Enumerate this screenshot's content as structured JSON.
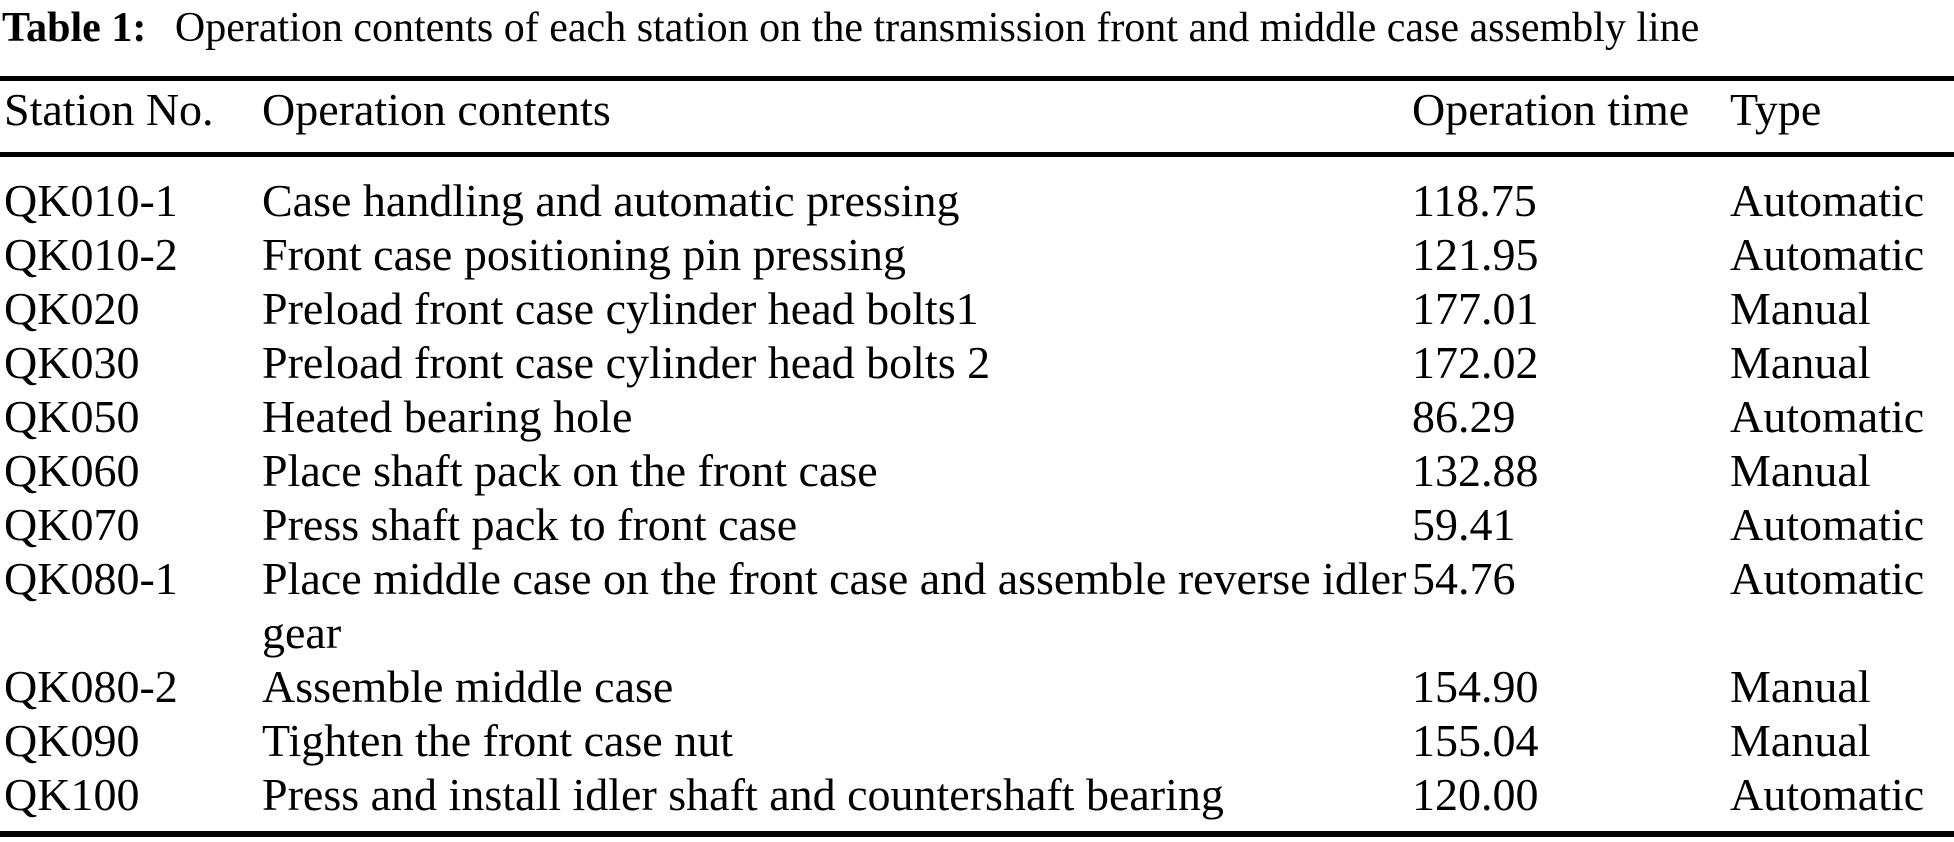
{
  "caption": {
    "label": "Table 1:",
    "text": "Operation contents of each station on the transmission front and middle case assembly line"
  },
  "table": {
    "columns": [
      "Station No.",
      "Operation contents",
      "Operation time",
      "Type"
    ],
    "rows": [
      {
        "station": "QK010-1",
        "operation": "Case handling and automatic pressing",
        "time": "118.75",
        "type": "Automatic"
      },
      {
        "station": "QK010-2",
        "operation": "Front case positioning pin pressing",
        "time": "121.95",
        "type": "Automatic"
      },
      {
        "station": "QK020",
        "operation": "Preload front case cylinder head bolts1",
        "time": "177.01",
        "type": "Manual"
      },
      {
        "station": "QK030",
        "operation": "Preload front case cylinder head bolts 2",
        "time": "172.02",
        "type": "Manual"
      },
      {
        "station": "QK050",
        "operation": "Heated bearing hole",
        "time": "86.29",
        "type": "Automatic"
      },
      {
        "station": "QK060",
        "operation": "Place shaft pack on the front case",
        "time": "132.88",
        "type": "Manual"
      },
      {
        "station": "QK070",
        "operation": "Press shaft pack to front case",
        "time": "59.41",
        "type": "Automatic"
      },
      {
        "station": "QK080-1",
        "operation": "Place middle case on the front case and assemble reverse idler gear",
        "time": "54.76",
        "type": "Automatic"
      },
      {
        "station": "QK080-2",
        "operation": "Assemble middle case",
        "time": "154.90",
        "type": "Manual"
      },
      {
        "station": "QK090",
        "operation": "Tighten the front case nut",
        "time": "155.04",
        "type": "Manual"
      },
      {
        "station": "QK100",
        "operation": "Press and install idler shaft and countershaft bearing",
        "time": "120.00",
        "type": "Automatic"
      }
    ]
  },
  "colors": {
    "text": "#000000",
    "background": "#ffffff",
    "rule": "#000000"
  }
}
